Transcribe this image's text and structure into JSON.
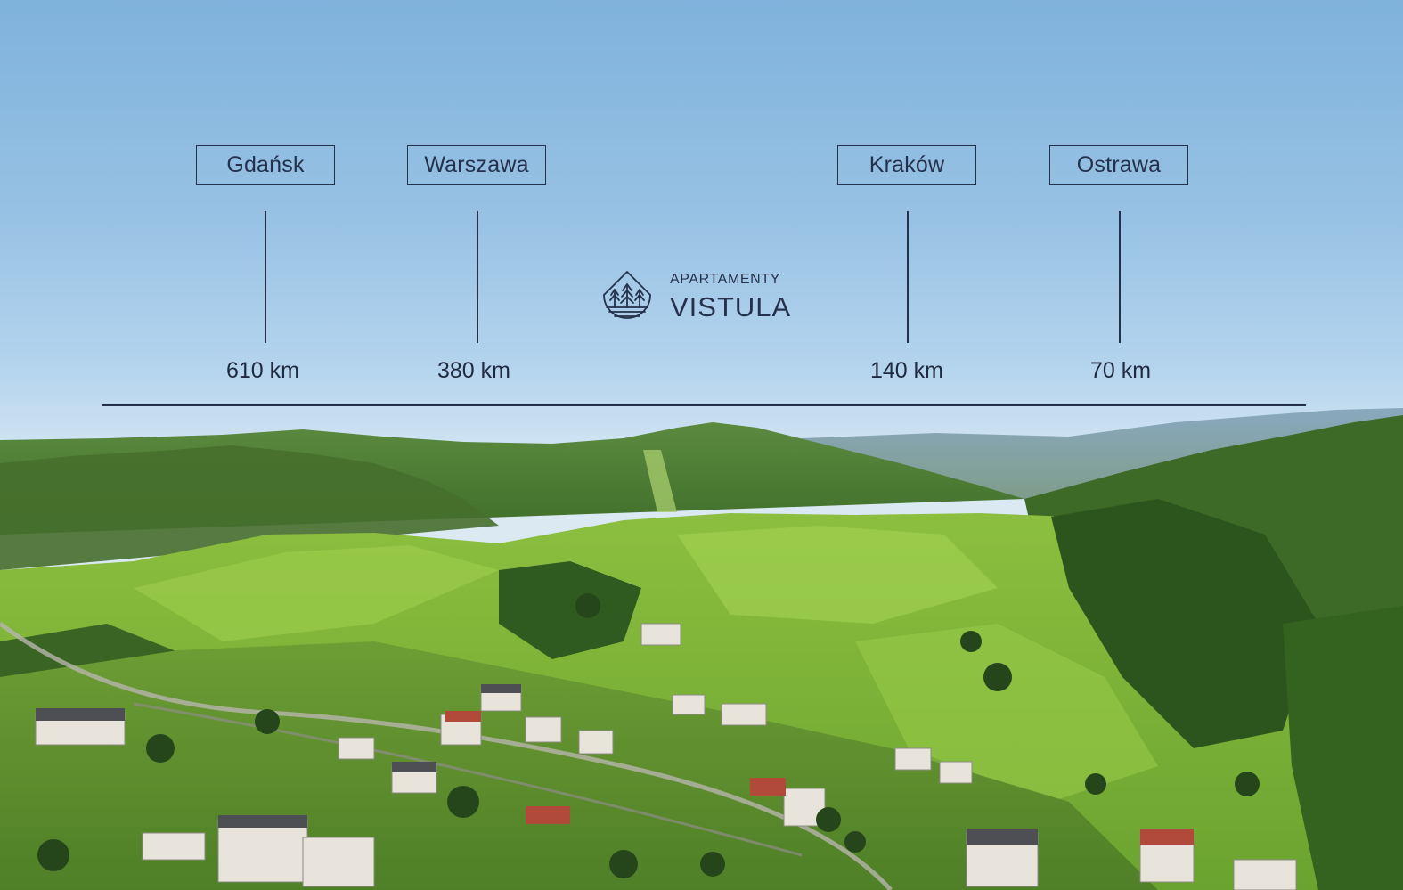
{
  "brand": {
    "top": "APARTAMENTY",
    "main": "VISTULA",
    "logo_icon": "forest-house-icon"
  },
  "destinations": [
    {
      "city": "Gdańsk",
      "distance": "610 km"
    },
    {
      "city": "Warszawa",
      "distance": "380 km"
    },
    {
      "city": "Kraków",
      "distance": "140 km"
    },
    {
      "city": "Ostrawa",
      "distance": "70 km"
    }
  ],
  "colors": {
    "ink": "#25314a",
    "sky": "#98c2e4",
    "meadow": "#7fb33a",
    "forest": "#2f5a20"
  }
}
